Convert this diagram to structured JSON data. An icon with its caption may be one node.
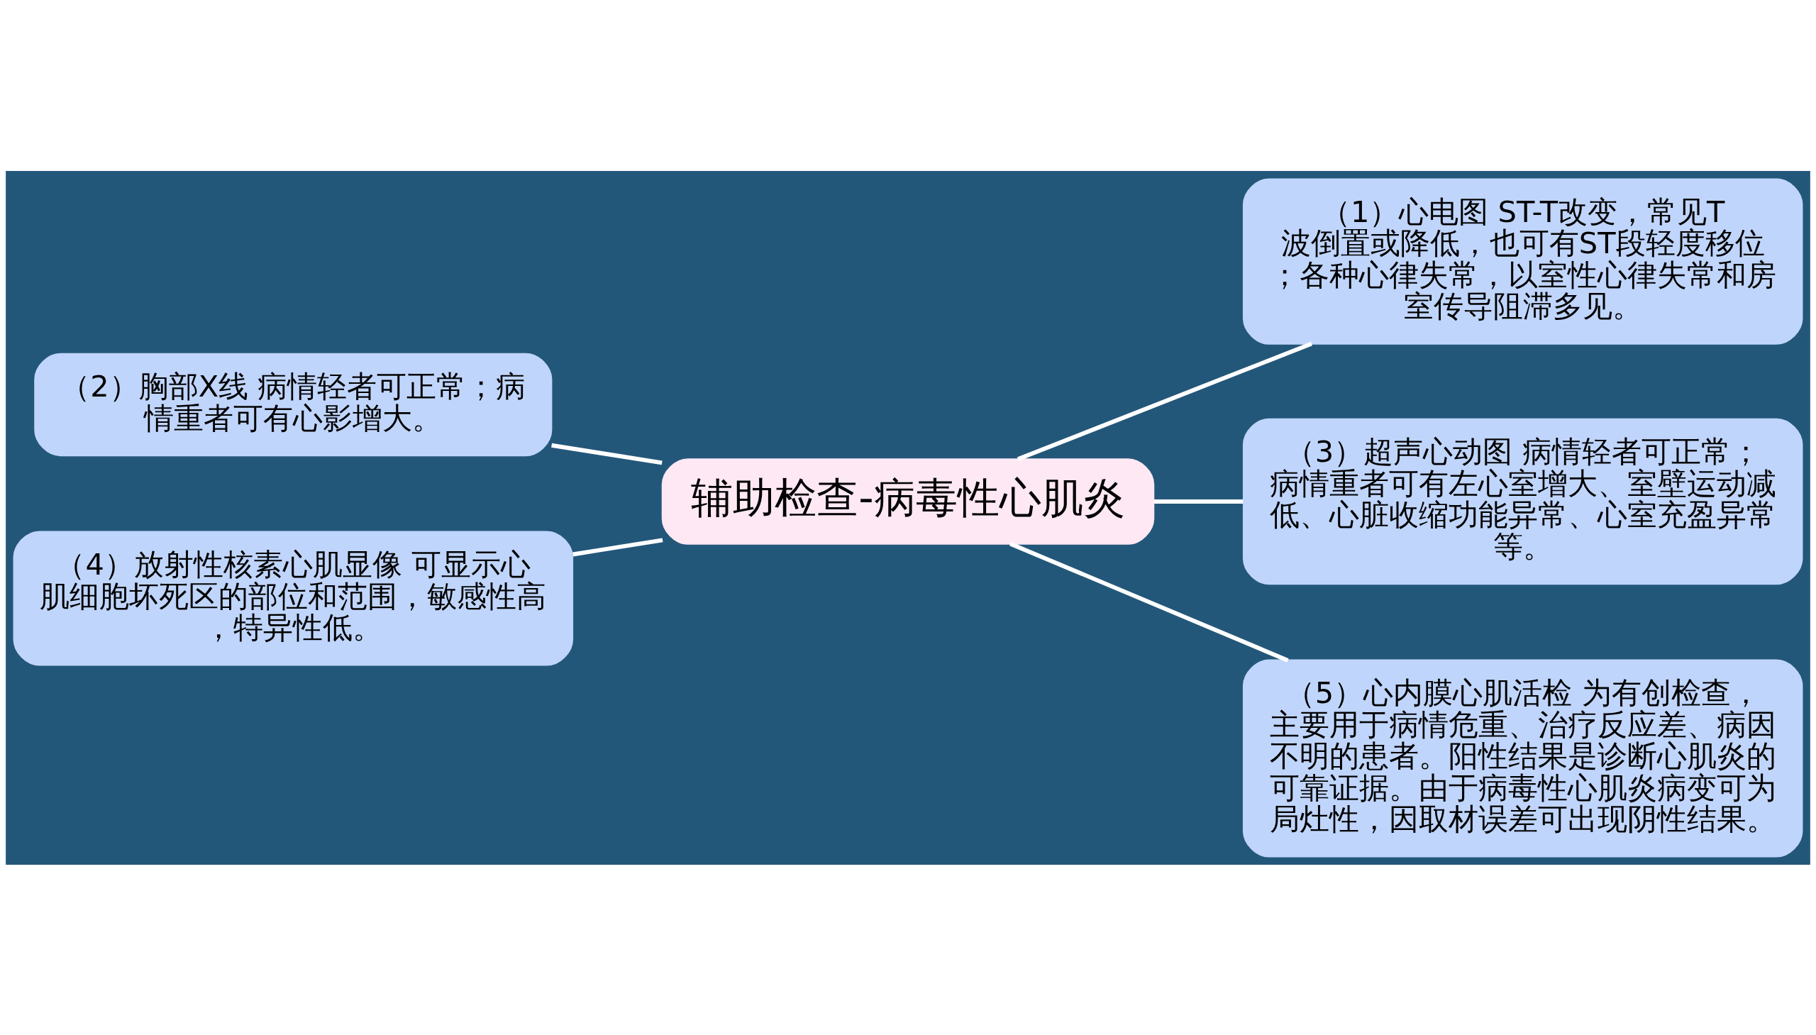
{
  "diagram": {
    "nodes": [
      {
        "text": [
          "辅助检查-病毒性心肌炎"
        ]
      },
      {
        "text": [
          "（1）心电图 ST-T改变，常见T波倒置或降低，也可有ST段轻度移位；各种心律失常，以室性心律失常和房室传导阻滞多见。"
        ]
      },
      {
        "text": [
          "（2）胸部X线 病情轻者可正常；病情重者可有心影增大。"
        ]
      },
      {
        "text": [
          "（3）超声心动图 病情轻者可正常；病情重者可有左心室增大、室壁运动减低、心脏收缩功能异常、心室充盈异常等。"
        ]
      },
      {
        "text": [
          "（4）放射性核素心肌显像 可显示心肌细胞坏死区的部位和范围，敏感性高，特异性低。"
        ]
      },
      {
        "text": [
          "（5）心内膜心肌活检 为有创检查，主要用于病情危重、治疗反应差、病因不明的患者。阳性结果是诊断心肌炎的可靠证据。由于病毒性心肌炎病变可为局灶性，因取材误差可出现阴性结果。"
        ]
      }
    ],
    "edges": [
      {
        "from": 0,
        "to": 1,
        "arrow": "none"
      },
      {
        "from": 2,
        "to": 0,
        "arrow": "none"
      },
      {
        "from": 0,
        "to": 3,
        "arrow": "none"
      },
      {
        "from": 4,
        "to": 0,
        "arrow": "none"
      },
      {
        "from": 0,
        "to": 5,
        "arrow": "none"
      }
    ]
  }
}
